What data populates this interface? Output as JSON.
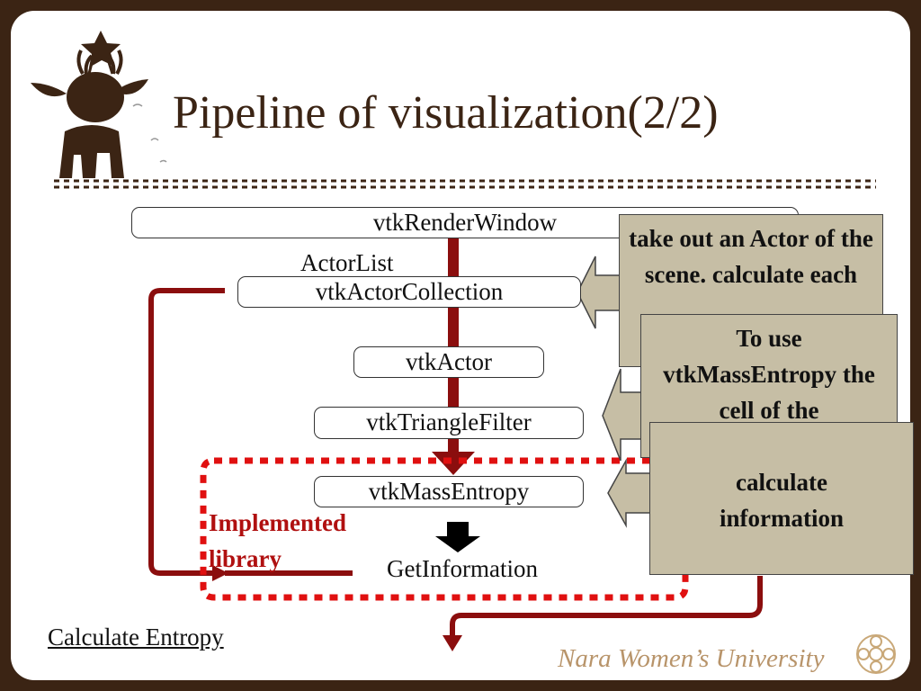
{
  "title": "Pipeline of visualization(2/2)",
  "pipeline": {
    "render_window": "vtkRenderWindow",
    "actor_list": "ActorList",
    "actor_collection": "vtkActorCollection",
    "actor": "vtkActor",
    "triangle_filter": "vtkTriangleFilter",
    "mass_entropy": "vtkMassEntropy",
    "get_information": "GetInformation"
  },
  "implemented_label": {
    "line1": "Implemented",
    "line2": "library"
  },
  "callouts": [
    {
      "text": "take out an Actor of the scene. calculate each"
    },
    {
      "text": "To use vtkMassEntropy the cell of the"
    },
    {
      "text": "calculate information"
    }
  ],
  "footer": {
    "link": "Calculate Entropy",
    "university": "Nara Women’s University"
  },
  "colors": {
    "frame": "#3b2414",
    "arrow": "#8b0e0e",
    "dotted_border": "#e01010",
    "callout_fill": "#c6bea5",
    "university_text": "#b8946a"
  }
}
